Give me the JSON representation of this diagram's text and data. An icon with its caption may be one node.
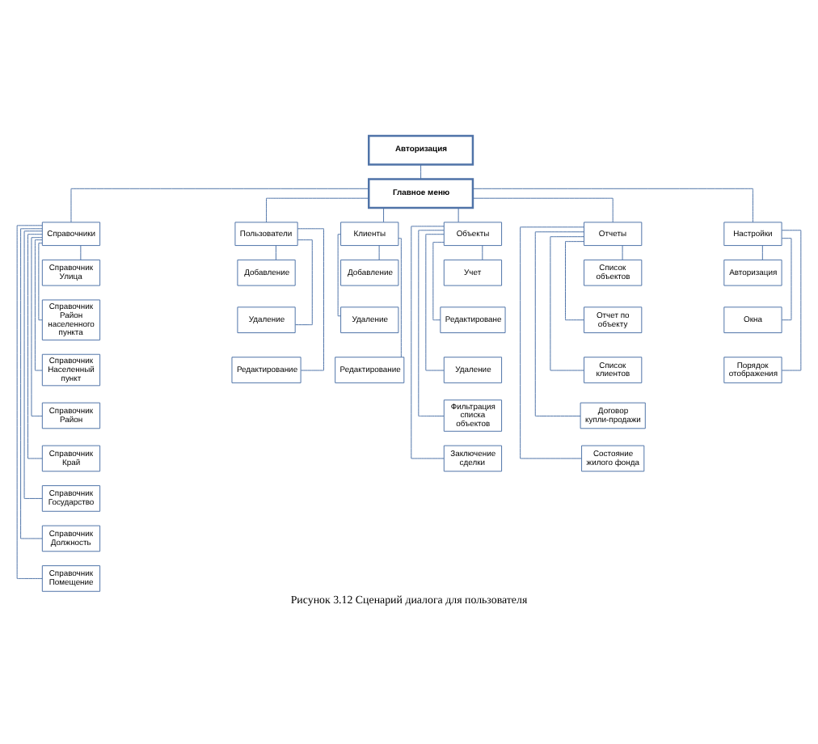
{
  "diagram": {
    "caption": "Рисунок 3.12 Сценарий диалога для пользователя",
    "nodes": [
      {
        "text": [
          "Авторизация"
        ]
      },
      {
        "text": [
          "Главное меню"
        ]
      },
      {
        "text": [
          "Справочники"
        ]
      },
      {
        "text": [
          "Пользователи"
        ]
      },
      {
        "text": [
          "Клиенты"
        ]
      },
      {
        "text": [
          "Объекты"
        ]
      },
      {
        "text": [
          "Отчеты"
        ]
      },
      {
        "text": [
          "Настройки"
        ]
      },
      {
        "text": [
          "Справочник Улица"
        ]
      },
      {
        "text": [
          "Справочник Район населенного пункта"
        ]
      },
      {
        "text": [
          "Справочник Населенный пункт"
        ]
      },
      {
        "text": [
          "Справочник Район"
        ]
      },
      {
        "text": [
          "Справочник Край"
        ]
      },
      {
        "text": [
          "Справочник Государство"
        ]
      },
      {
        "text": [
          "Справочник Должность"
        ]
      },
      {
        "text": [
          "Справочник Помещение"
        ]
      },
      {
        "text": [
          "Добавление"
        ]
      },
      {
        "text": [
          "Удаление"
        ]
      },
      {
        "text": [
          "Редактирование"
        ]
      },
      {
        "text": [
          "Добавление"
        ]
      },
      {
        "text": [
          "Удаление"
        ]
      },
      {
        "text": [
          "Редактирование"
        ]
      },
      {
        "text": [
          "Учет"
        ]
      },
      {
        "text": [
          "Редактироване"
        ]
      },
      {
        "text": [
          "Удаление"
        ]
      },
      {
        "text": [
          "Фильтрация списка объектов"
        ]
      },
      {
        "text": [
          "Заключение сделки"
        ]
      },
      {
        "text": [
          "Список объектов"
        ]
      },
      {
        "text": [
          "Отчет по объекту"
        ]
      },
      {
        "text": [
          "Список клиентов"
        ]
      },
      {
        "text": [
          "Договор купли-продажи"
        ]
      },
      {
        "text": [
          "Состояние жилого фонда"
        ]
      },
      {
        "text": [
          "Авторизация"
        ]
      },
      {
        "text": [
          "Окна"
        ]
      },
      {
        "text": [
          "Порядок отображения"
        ]
      }
    ],
    "edges": [
      {
        "from": 0,
        "to": 1,
        "arrow": "none"
      },
      {
        "from": 1,
        "to": 2,
        "arrow": "none"
      },
      {
        "from": 1,
        "to": 3,
        "arrow": "none"
      },
      {
        "from": 1,
        "to": 4,
        "arrow": "none"
      },
      {
        "from": 1,
        "to": 5,
        "arrow": "none"
      },
      {
        "from": 1,
        "to": 6,
        "arrow": "none"
      },
      {
        "from": 1,
        "to": 7,
        "arrow": "none"
      },
      {
        "from": 2,
        "to": 8,
        "arrow": "none"
      },
      {
        "from": 2,
        "to": 9,
        "arrow": "none"
      },
      {
        "from": 2,
        "to": 10,
        "arrow": "none"
      },
      {
        "from": 2,
        "to": 11,
        "arrow": "none"
      },
      {
        "from": 2,
        "to": 12,
        "arrow": "none"
      },
      {
        "from": 2,
        "to": 13,
        "arrow": "none"
      },
      {
        "from": 2,
        "to": 14,
        "arrow": "none"
      },
      {
        "from": 2,
        "to": 15,
        "arrow": "none"
      },
      {
        "from": 3,
        "to": 16,
        "arrow": "none"
      },
      {
        "from": 3,
        "to": 17,
        "arrow": "none"
      },
      {
        "from": 3,
        "to": 18,
        "arrow": "none"
      },
      {
        "from": 4,
        "to": 19,
        "arrow": "none"
      },
      {
        "from": 4,
        "to": 20,
        "arrow": "none"
      },
      {
        "from": 4,
        "to": 21,
        "arrow": "none"
      },
      {
        "from": 5,
        "to": 22,
        "arrow": "none"
      },
      {
        "from": 5,
        "to": 23,
        "arrow": "none"
      },
      {
        "from": 5,
        "to": 24,
        "arrow": "none"
      },
      {
        "from": 5,
        "to": 25,
        "arrow": "none"
      },
      {
        "from": 5,
        "to": 26,
        "arrow": "none"
      },
      {
        "from": 6,
        "to": 27,
        "arrow": "none"
      },
      {
        "from": 6,
        "to": 28,
        "arrow": "none"
      },
      {
        "from": 6,
        "to": 29,
        "arrow": "none"
      },
      {
        "from": 6,
        "to": 30,
        "arrow": "none"
      },
      {
        "from": 6,
        "to": 31,
        "arrow": "none"
      },
      {
        "from": 7,
        "to": 32,
        "arrow": "none"
      },
      {
        "from": 7,
        "to": 33,
        "arrow": "none"
      },
      {
        "from": 7,
        "to": 34,
        "arrow": "none"
      }
    ]
  }
}
